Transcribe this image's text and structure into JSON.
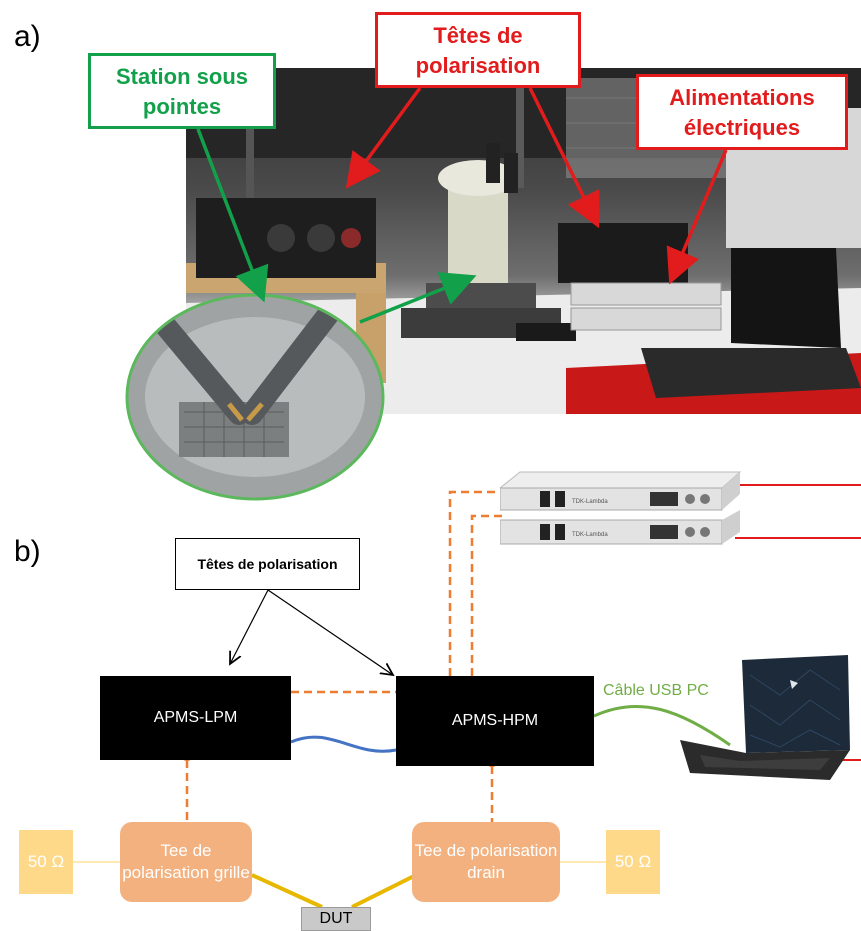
{
  "panel_a": {
    "label": "a)",
    "callouts": {
      "station": "Station sous pointes",
      "tetes": "Têtes de polarisation",
      "alimentations": "Alimentations électriques"
    }
  },
  "panel_b": {
    "label": "b)",
    "bias_heads_label": "Têtes de polarisation",
    "module_lpm": "APMS-LPM",
    "module_hpm": "APMS-HPM",
    "usb_label": "Câble USB PC",
    "tee_gate": "Tee de polarisation grille",
    "tee_drain": "Tee de polarisation drain",
    "load_left": "50 Ω",
    "load_right": "50 Ω",
    "dut": "DUT",
    "psu_brand": "TDK-Lambda"
  },
  "colors": {
    "green_callout": "#12a14a",
    "red_callout": "#e21c1c",
    "dashed_link": "#ed7d31",
    "rf_cable": "#4472c4",
    "usb_cable": "#70ad47",
    "coax_gold": "#e6b800",
    "power_wire": "#e21c1c",
    "tee_fill": "#f2b17f",
    "load_fill": "#ffd98a"
  }
}
